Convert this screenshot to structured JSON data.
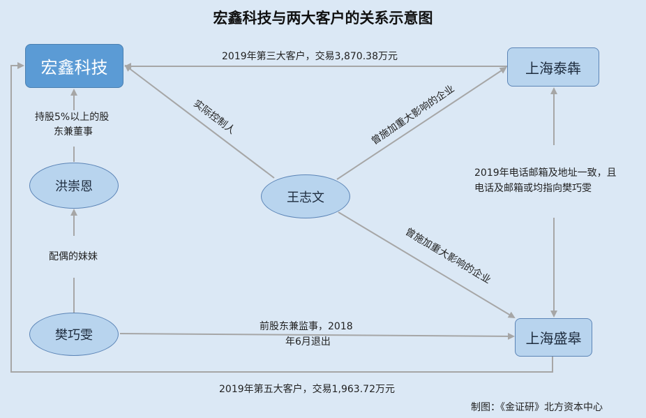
{
  "title": "宏鑫科技与两大客户的关系示意图",
  "nodes": {
    "hongxin": "宏鑫科技",
    "taiben": "上海泰犇",
    "shenggao": "上海盛皋",
    "hong": "洪崇恩",
    "wang": "王志文",
    "fan": "樊巧雯"
  },
  "labels": {
    "taiben_to_hongxin": "2019年第三大客户，交易3,870.38万元",
    "shenggao_to_hongxin": "2019年第五大客户，交易1,963.72万元",
    "wang_control": "实际控制人",
    "wang_taiben": "曾施加重大影响的企业",
    "wang_shenggao": "曾施加重大影响的企业",
    "hong_shareholder_1": "持股5%以上的股",
    "hong_shareholder_2": "东兼董事",
    "fan_hong": "配偶的妹妹",
    "fan_shenggao_1": "前股东兼监事，2018",
    "fan_shenggao_2": "年6月退出",
    "taiben_shenggao_1": "2019年电话邮箱及地址一致，且",
    "taiben_shenggao_2": "电话及邮箱或均指向樊巧雯"
  },
  "footer": "制图：《金证研》北方资本中心",
  "colors": {
    "background": "#dbe8f5",
    "primary_box": "#5b9bd5",
    "secondary_box": "#b8d4ee",
    "arrow": "#a6a6a6"
  }
}
